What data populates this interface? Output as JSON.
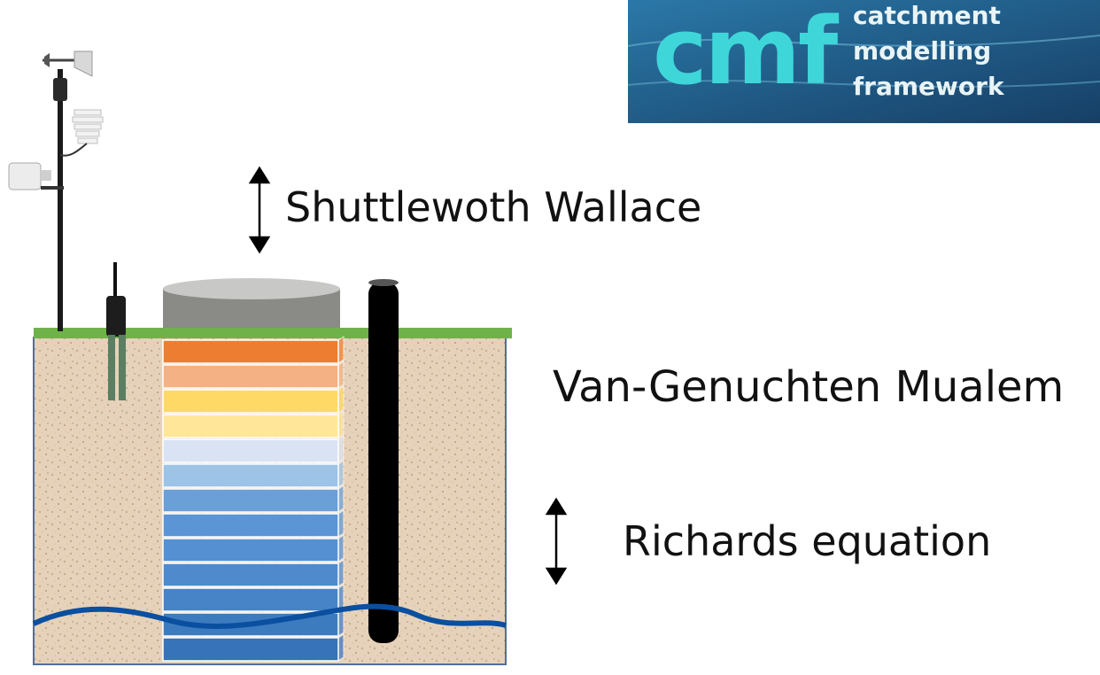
{
  "labels": {
    "evapotranspiration": "Shuttlewoth Wallace",
    "retention": "Van-Genuchten Mualem",
    "flow": "Richards equation"
  },
  "logo": {
    "mark": "cmf",
    "line1": "catchment",
    "line2": "modelling",
    "line3": "framework"
  },
  "colors": {
    "soil": "#e6d2ba",
    "grass": "#6fb24a",
    "water_line": "#0a4fa0",
    "logo_bg": "#1f5f8f",
    "logo_mark": "#3fd6d9",
    "lysimeter_cap": "#8a8a87",
    "layers": [
      "#ed7d31",
      "#f4b183",
      "#ffd966",
      "#ffe699",
      "#dae3f3",
      "#9dc3e6",
      "#6a9fd8",
      "#5b95d5",
      "#5590d2",
      "#4f8acd",
      "#4683c7",
      "#3d7bbf",
      "#3673b8"
    ]
  },
  "icons": [
    "weather-station-icon",
    "soil-moisture-sensor-icon",
    "lysimeter-icon",
    "piezometer-tube-icon",
    "double-arrow-icon"
  ]
}
